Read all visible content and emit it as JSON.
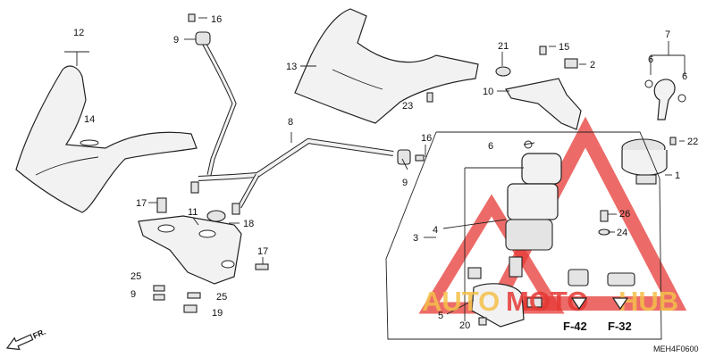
{
  "diagram": {
    "callouts": [
      {
        "id": "c12",
        "text": "12"
      },
      {
        "id": "c14",
        "text": "14"
      },
      {
        "id": "c16a",
        "text": "16"
      },
      {
        "id": "c9a",
        "text": "9"
      },
      {
        "id": "c13",
        "text": "13"
      },
      {
        "id": "c23",
        "text": "23"
      },
      {
        "id": "c8",
        "text": "8"
      },
      {
        "id": "c16b",
        "text": "16"
      },
      {
        "id": "c9b",
        "text": "9"
      },
      {
        "id": "c17a",
        "text": "17"
      },
      {
        "id": "c11",
        "text": "11"
      },
      {
        "id": "c18",
        "text": "18"
      },
      {
        "id": "c17b",
        "text": "17"
      },
      {
        "id": "c25a",
        "text": "25"
      },
      {
        "id": "c9c",
        "text": "9"
      },
      {
        "id": "c25b",
        "text": "25"
      },
      {
        "id": "c19",
        "text": "19"
      },
      {
        "id": "c21",
        "text": "21"
      },
      {
        "id": "c15",
        "text": "15"
      },
      {
        "id": "c2",
        "text": "2"
      },
      {
        "id": "c10",
        "text": "10"
      },
      {
        "id": "c7",
        "text": "7"
      },
      {
        "id": "c6a",
        "text": "6"
      },
      {
        "id": "c6b",
        "text": "6"
      },
      {
        "id": "c6c",
        "text": "6"
      },
      {
        "id": "c22",
        "text": "22"
      },
      {
        "id": "c1",
        "text": "1"
      },
      {
        "id": "c3",
        "text": "3"
      },
      {
        "id": "c4",
        "text": "4"
      },
      {
        "id": "c26",
        "text": "26"
      },
      {
        "id": "c24",
        "text": "24"
      },
      {
        "id": "c5",
        "text": "5"
      },
      {
        "id": "c20",
        "text": "20"
      }
    ],
    "references": [
      "F-42",
      "F-32"
    ],
    "direction_label": "FR.",
    "drawing_code": "MEH4F0600",
    "watermark": {
      "part1": "AUTO",
      "part2": "MOTO",
      "part3": "HUB"
    },
    "colors": {
      "watermark_red": "#e53935",
      "watermark_gold": "#f5c04a",
      "line": "#222222"
    }
  }
}
